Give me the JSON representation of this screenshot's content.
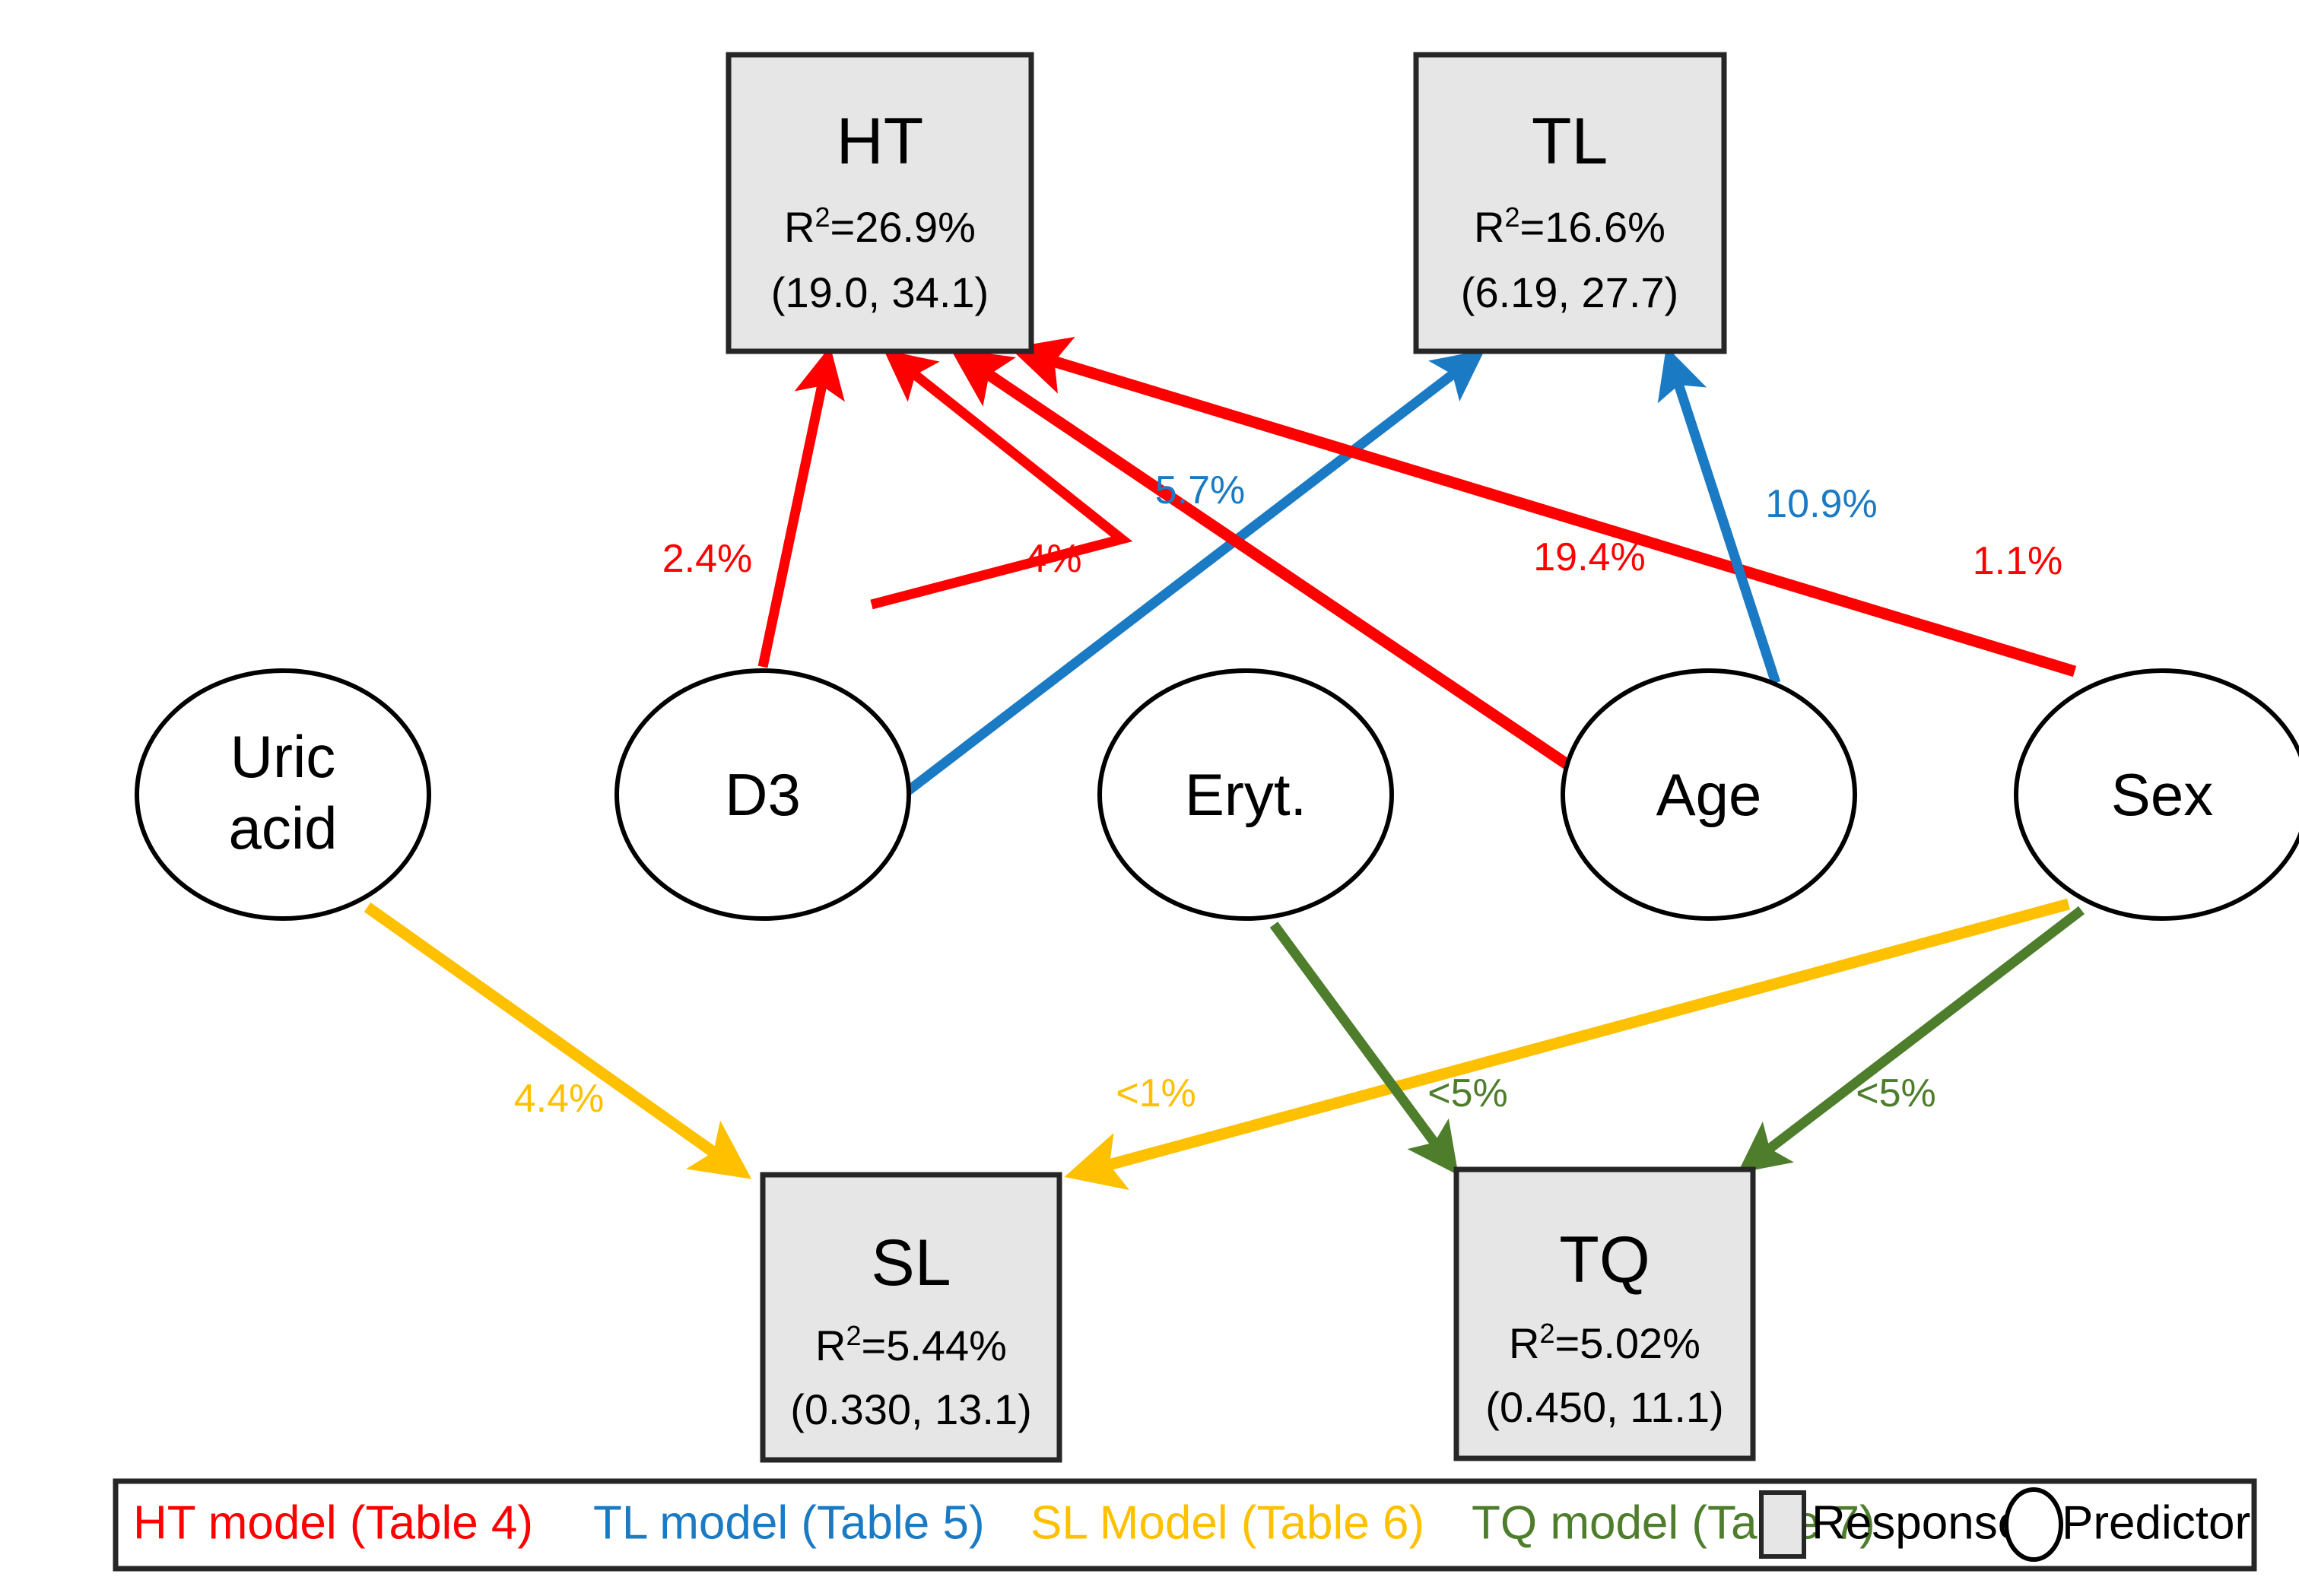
{
  "figure": {
    "type": "path-diagram",
    "background": "#FFFFFF"
  },
  "colors": {
    "ht_model_red": "#FF0000",
    "tl_model_blue": "#1B7AC4",
    "sl_model_yellow": "#FFC000",
    "tq_model_green": "#4E7D2C",
    "response_fill": "#E6E6E6",
    "node_stroke": "#000000"
  },
  "responses": [
    {
      "id": "HT",
      "title": "HT",
      "r2_prefix": "R",
      "r2_sup": "2",
      "r2_value": "=26.9%",
      "ci": "(19.0, 34.1)",
      "shape": "rect"
    },
    {
      "id": "TL",
      "title": "TL",
      "r2_prefix": "R",
      "r2_sup": "2",
      "r2_value": "=16.6%",
      "ci": "(6.19, 27.7)",
      "shape": "rect"
    },
    {
      "id": "SL",
      "title": "SL",
      "r2_prefix": "R",
      "r2_sup": "2",
      "r2_value": "=5.44%",
      "ci": "(0.330, 13.1)",
      "shape": "rect"
    },
    {
      "id": "TQ",
      "title": "TQ",
      "r2_prefix": "R",
      "r2_sup": "2",
      "r2_value": "=5.02%",
      "ci": "(0.450, 11.1)",
      "shape": "rect"
    }
  ],
  "predictors": [
    {
      "id": "uric-acid",
      "line1": "Uric",
      "line2": "acid"
    },
    {
      "id": "d3",
      "line1": "D3",
      "line2": ""
    },
    {
      "id": "eryt",
      "line1": "Eryt.",
      "line2": ""
    },
    {
      "id": "age",
      "line1": "Age",
      "line2": ""
    },
    {
      "id": "sex",
      "line1": "Sex",
      "line2": ""
    }
  ],
  "edges": [
    {
      "id": "d3-ht",
      "from": "D3",
      "to": "HT",
      "label": "2.4%",
      "model": "HT",
      "color": "#FF0000"
    },
    {
      "id": "d3-ht-b",
      "from": "D3",
      "to": "HT",
      "label": "4%",
      "model": "HT",
      "color": "#FF0000"
    },
    {
      "id": "d3-tl",
      "from": "D3",
      "to": "TL",
      "label": "5.7%",
      "model": "TL",
      "color": "#1B7AC4"
    },
    {
      "id": "age-ht",
      "from": "Age",
      "to": "HT",
      "label": "19.4%",
      "model": "HT",
      "color": "#FF0000"
    },
    {
      "id": "age-tl",
      "from": "Age",
      "to": "TL",
      "label": "10.9%",
      "model": "TL",
      "color": "#1B7AC4"
    },
    {
      "id": "sex-ht",
      "from": "Sex",
      "to": "HT",
      "label": "1.1%",
      "model": "HT",
      "color": "#FF0000"
    },
    {
      "id": "uric-sl",
      "from": "Uric acid",
      "to": "SL",
      "label": "4.4%",
      "model": "SL",
      "color": "#FFC000"
    },
    {
      "id": "sex-sl",
      "from": "Sex",
      "to": "SL",
      "label": "<1%",
      "model": "SL",
      "color": "#FFC000"
    },
    {
      "id": "eryt-tq",
      "from": "Eryt.",
      "to": "TQ",
      "label": "<5%",
      "model": "TQ",
      "color": "#4E7D2C"
    },
    {
      "id": "sex-tq",
      "from": "Sex",
      "to": "TQ",
      "label": "<5%",
      "model": "TQ",
      "color": "#4E7D2C"
    }
  ],
  "legend": {
    "items": [
      {
        "id": "ht-model",
        "label": "HT model (Table 4)",
        "color": "#FF0000"
      },
      {
        "id": "tl-model",
        "label": "TL model (Table 5)",
        "color": "#1B7AC4"
      },
      {
        "id": "sl-model",
        "label": "SL Model (Table 6)",
        "color": "#FFC000"
      },
      {
        "id": "tq-model",
        "label": "TQ model (Table 7)",
        "color": "#4E7D2C"
      }
    ],
    "shapes": [
      {
        "id": "response-key",
        "glyph": "square",
        "label": "Response"
      },
      {
        "id": "predictor-key",
        "glyph": "circle",
        "label": "Predictor"
      }
    ]
  }
}
